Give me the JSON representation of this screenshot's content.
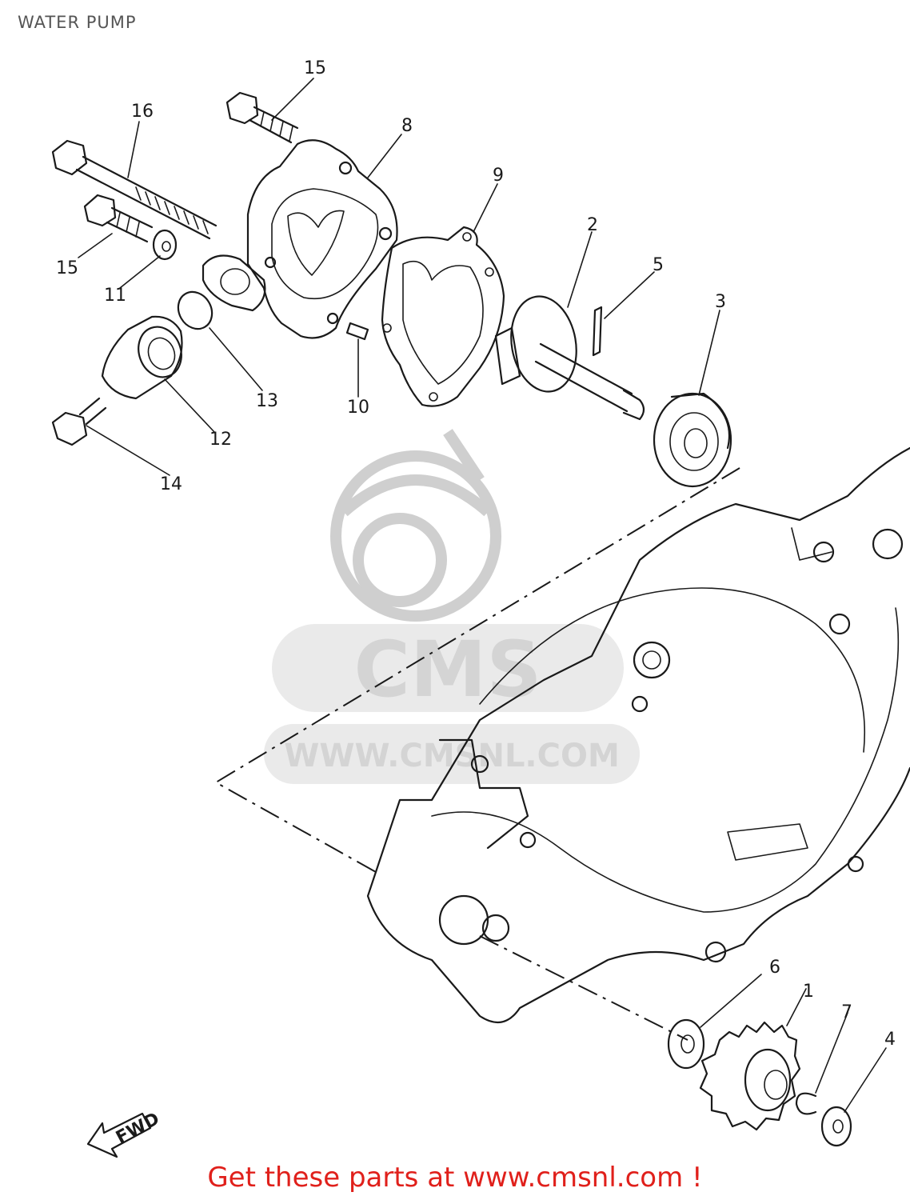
{
  "title": "WATER PUMP",
  "footer": "Get these parts at www.cmsnl.com !",
  "watermark": {
    "brand": "CMS",
    "url": "WWW.CMSNL.COM"
  },
  "direction_badge": "FWD",
  "callouts": [
    "1",
    "2",
    "3",
    "4",
    "5",
    "6",
    "7",
    "8",
    "9",
    "10",
    "11",
    "12",
    "13",
    "14",
    "15",
    "15",
    "16"
  ],
  "colors": {
    "footer": "#e0201b",
    "line": "#1a1a1a",
    "watermark": "#d4d4d4"
  }
}
